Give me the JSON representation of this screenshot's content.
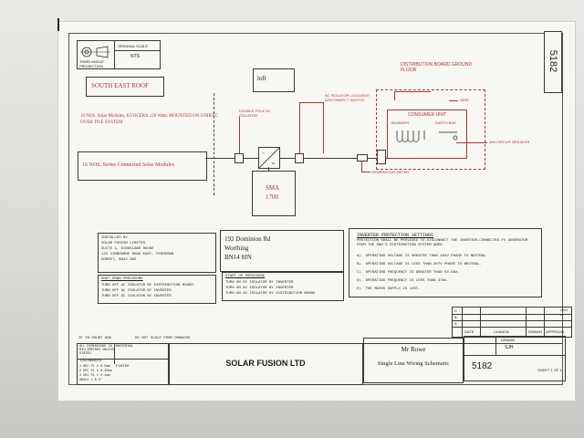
{
  "header": {
    "third_angle": "THIRD ANGLE PROJECTION",
    "original_scale_label": "ORIGINAL SCALE",
    "original_scale_value": "NTS",
    "side_ref": "5182"
  },
  "diagram": {
    "south_east_roof": "SOUTH EAST ROOF",
    "loft": "loft",
    "modules_note": "16 NOS. Solar Modules, KYOCERA 120 Watts MOUNTED ON UNIRAC OVER TILE SYSTEM",
    "series_modules": "16 NOS. Series Connected Solar Modules",
    "dc_isolator": "DOUBLE POLE DC ISOLATOR",
    "ac_isolator": "AC ISOLATOR LOCKABLE DISCONNECT SWITCH",
    "distribution_board": "DISTRIBUTION BOARD GROUND FLOOR",
    "consumer_unit": "CONSUMER UNIT",
    "busbars": "BUSBARS",
    "earth_bar": "EARTH BAR",
    "grid": "GRID",
    "circuit_breaker": "16A CIRCUIT BREAKER",
    "generation_meter": "GENERATION METER",
    "inverter_name": "SMA",
    "inverter_model": "1700"
  },
  "installed_by": {
    "lines": [
      "INSTALLED BY",
      "SOLAR FUSION LIMITED",
      "SUITE 1, KINGSLAND HOUSE",
      "122 VIMBOURNE ROAD EAST, FERNDOWN",
      "DORSET, BH22 9HZ"
    ]
  },
  "address": {
    "lines": [
      "192 Dominion Rd",
      "Worthing",
      "BN14 8JN"
    ]
  },
  "inverter_settings": {
    "title": "INVERTER PROTECTION SETTINGS",
    "intro": "PROTECTION SHALL BE PROVIDED TO DISCONNECT THE INVERTER-CONNECTED PV GENERATOR FROM THE DNO'S DISTRIBUTION SYSTEM WHEN",
    "items": [
      "A). OPERATING VOLTAGE IS GREATER THAN 264V PHASE TO NEUTRAL",
      "B). OPERATING VOLTAGE IS LESS THAN 207V PHASE TO NEUTRAL.",
      "C). OPERATING FREQUENCY IS GREATER THAN 50.5Hz.",
      "D). OPERATING FREQUENCY IS LESS THAN 47Hz.",
      "E). THE MAINS SUPPLY IS LOST."
    ]
  },
  "shutdown": {
    "title": "SHUT-DOWN PROCEDURE",
    "lines": [
      "TURN OFF AC ISOLATOR BY DISTRIBUTION BOARD",
      "TURN OFF AC ISOLATOR BY INVERTER",
      "TURN OFF DC ISOLATOR BY INVERTER"
    ]
  },
  "startup": {
    "title": "START-UP PROCEDURE",
    "lines": [
      "TURN ON DC ISOLATOR BY INVERTER",
      "TURN ON AC ISOLATOR BY INVERTER",
      "TURN ON AC ISOLATOR BY DISTRIBUTION BOARD"
    ]
  },
  "revision": {
    "headers": [
      "DATE",
      "CHANGE",
      "DRAWN",
      "APPROVAL",
      "APPD BY"
    ],
    "rows": [
      "C",
      "B",
      "A"
    ]
  },
  "titleblock": {
    "if_in_doubt": "IF IN DOUBT ASK",
    "do_not_scale": "DO NOT SCALE FROM DRAWING",
    "dimensions_note": "ALL DIMENSIONS IN MILLIMETRES UNLESS STATED",
    "material": "MATERIAL",
    "finish": "FINISH",
    "tolerances_title": "TOLERANCES",
    "tolerances": [
      "1 DEC PL  ± 0.5mm",
      "2 DEC PL  ± 0.25mm",
      "3 DEC PL  ± 0.1mm",
      "ANGLE   ± 0.5°"
    ],
    "company": "SOLAR FUSION LTD",
    "client": "Mr Rowe",
    "drawing_title": "Single Line Wiring Schematic",
    "drawn_by_label": "DRAWN",
    "drawn_by": "SJH",
    "drawing_no": "5182",
    "sheet": "SHEET 1 OF 1"
  }
}
